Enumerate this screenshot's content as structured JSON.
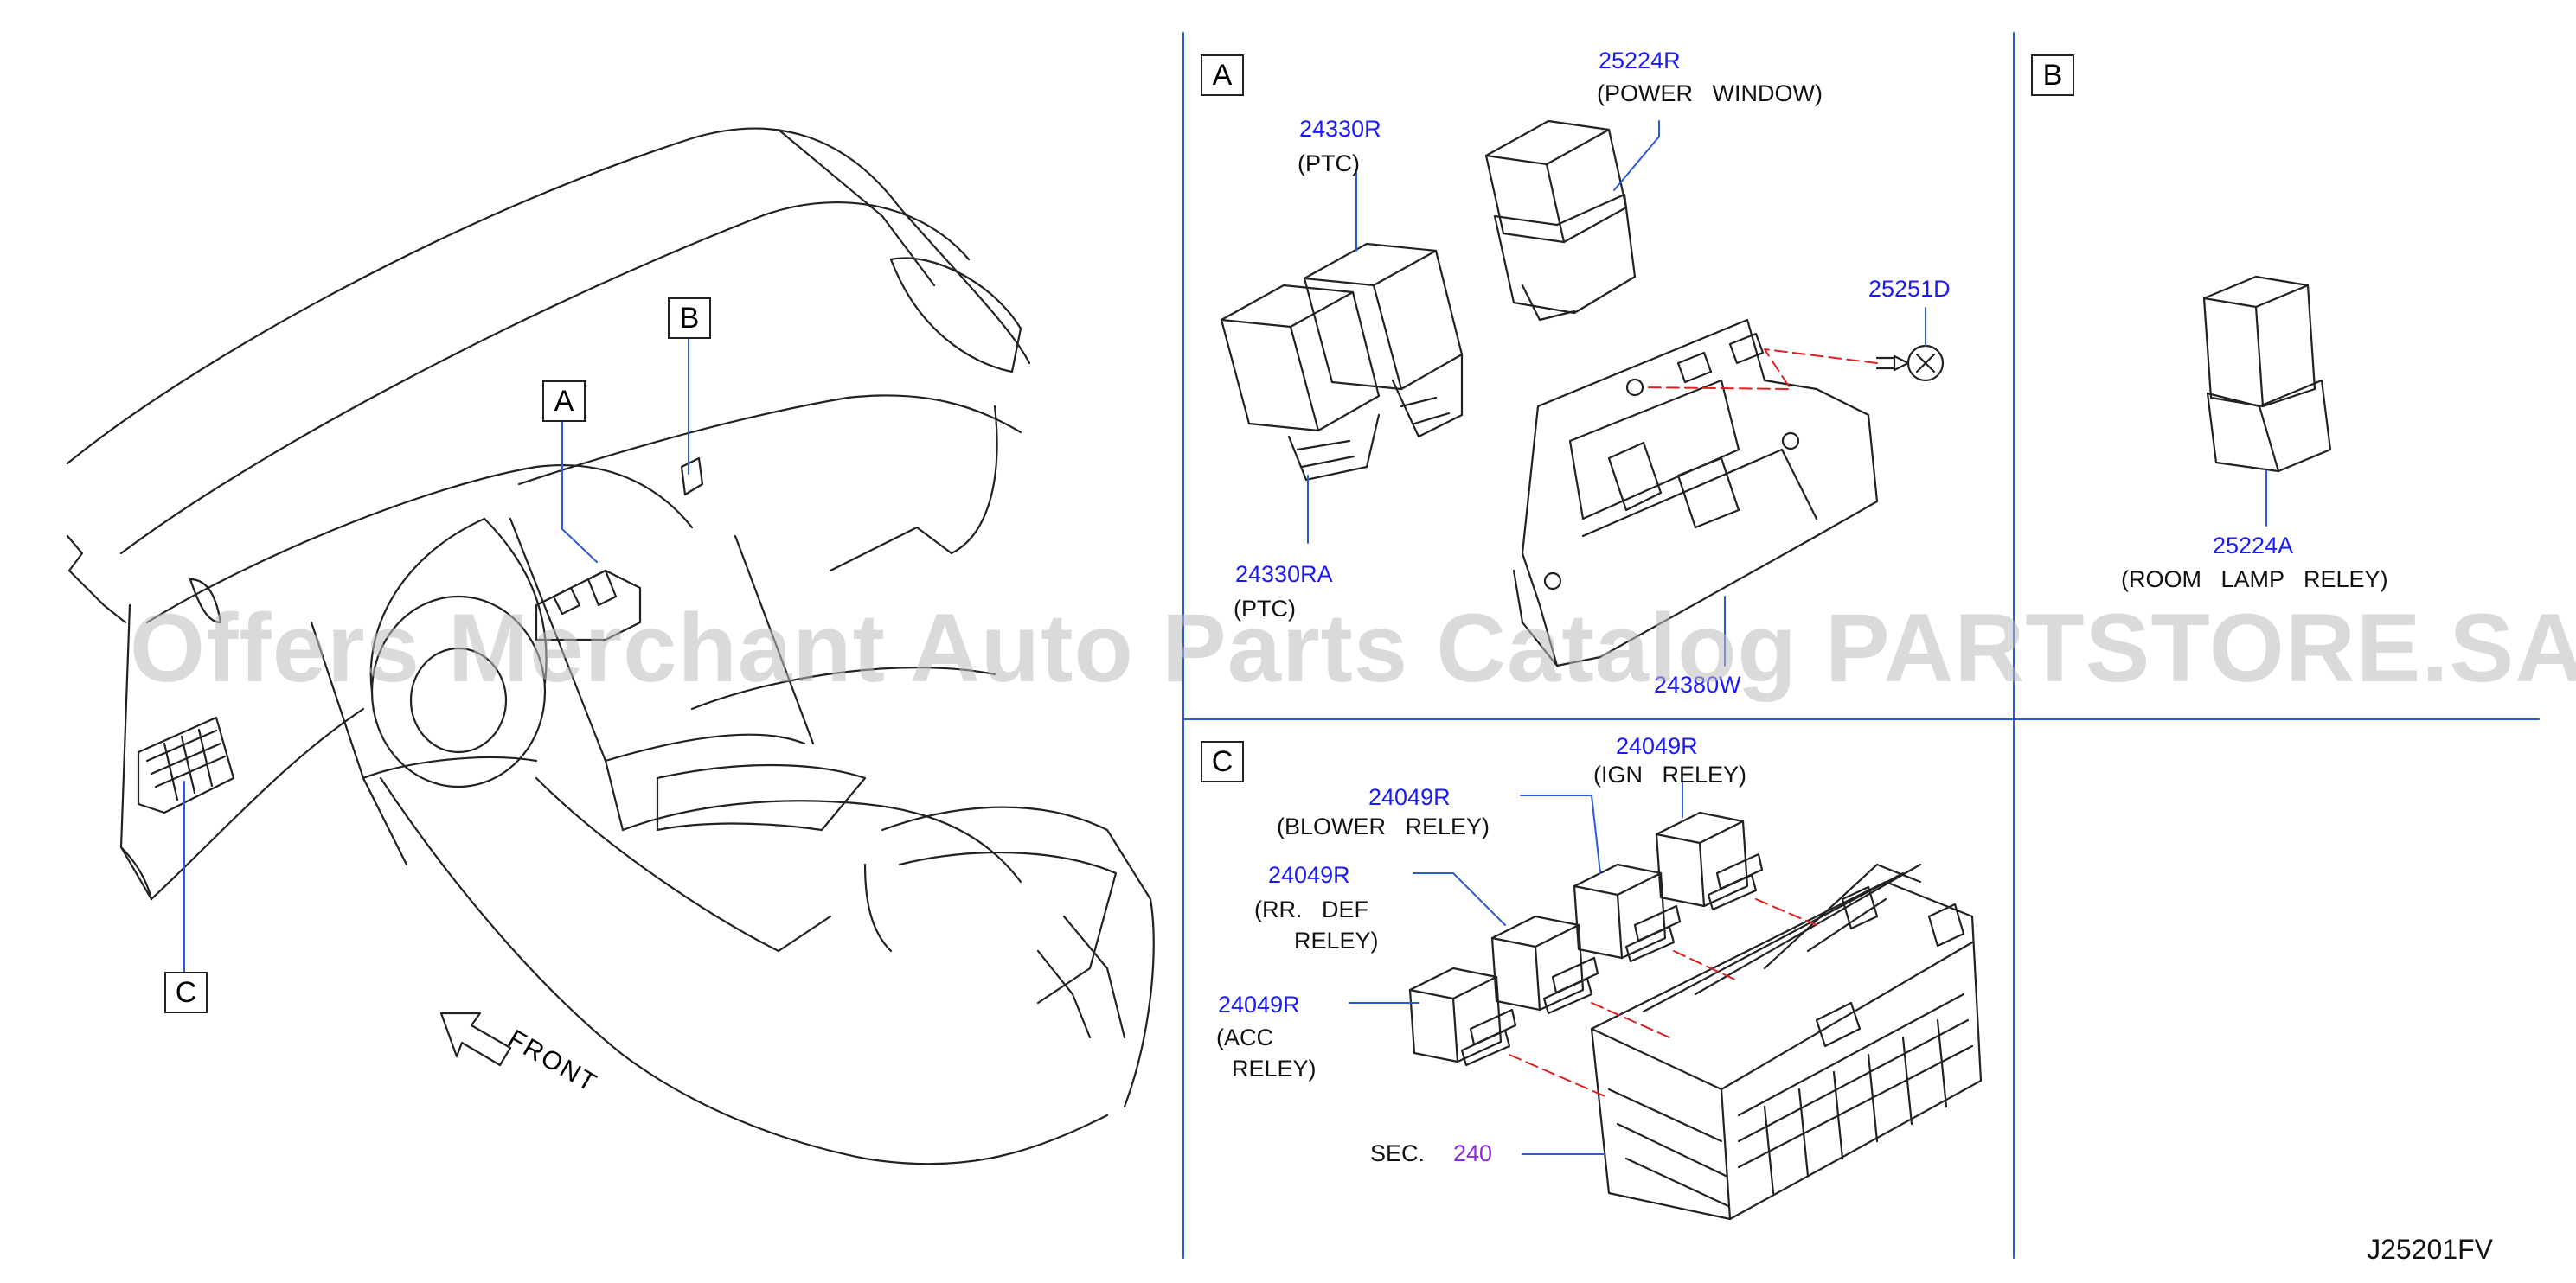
{
  "diagram": {
    "callouts": {
      "A": "A",
      "B": "B",
      "C": "C"
    },
    "front_label": "FRONT",
    "panel_a": {
      "part_24330R": {
        "number": "24330R",
        "desc": "(PTC)"
      },
      "part_24330RA": {
        "number": "24330RA",
        "desc": "(PTC)"
      },
      "part_25224R": {
        "number": "25224R",
        "desc": "(POWER   WINDOW)"
      },
      "part_25251D": {
        "number": "25251D"
      },
      "part_24380W": {
        "number": "24380W"
      }
    },
    "panel_b": {
      "part_25224A": {
        "number": "25224A",
        "desc": "(ROOM   LAMP   RELEY)"
      }
    },
    "panel_c": {
      "ign": {
        "number": "24049R",
        "desc": "(IGN   RELEY)"
      },
      "blower": {
        "number": "24049R",
        "desc": "(BLOWER   RELEY)"
      },
      "rr_def": {
        "number": "24049R",
        "desc_1": "(RR.   DEF",
        "desc_2": "RELEY)"
      },
      "acc": {
        "number": "24049R",
        "desc_1": "(ACC",
        "desc_2": "RELEY)"
      },
      "sec_label": "SEC.",
      "sec_number": "240"
    },
    "diagram_code": "J25201FV",
    "watermark": "Offers Merchant Auto Parts Catalog PARTSTORE.SA"
  }
}
